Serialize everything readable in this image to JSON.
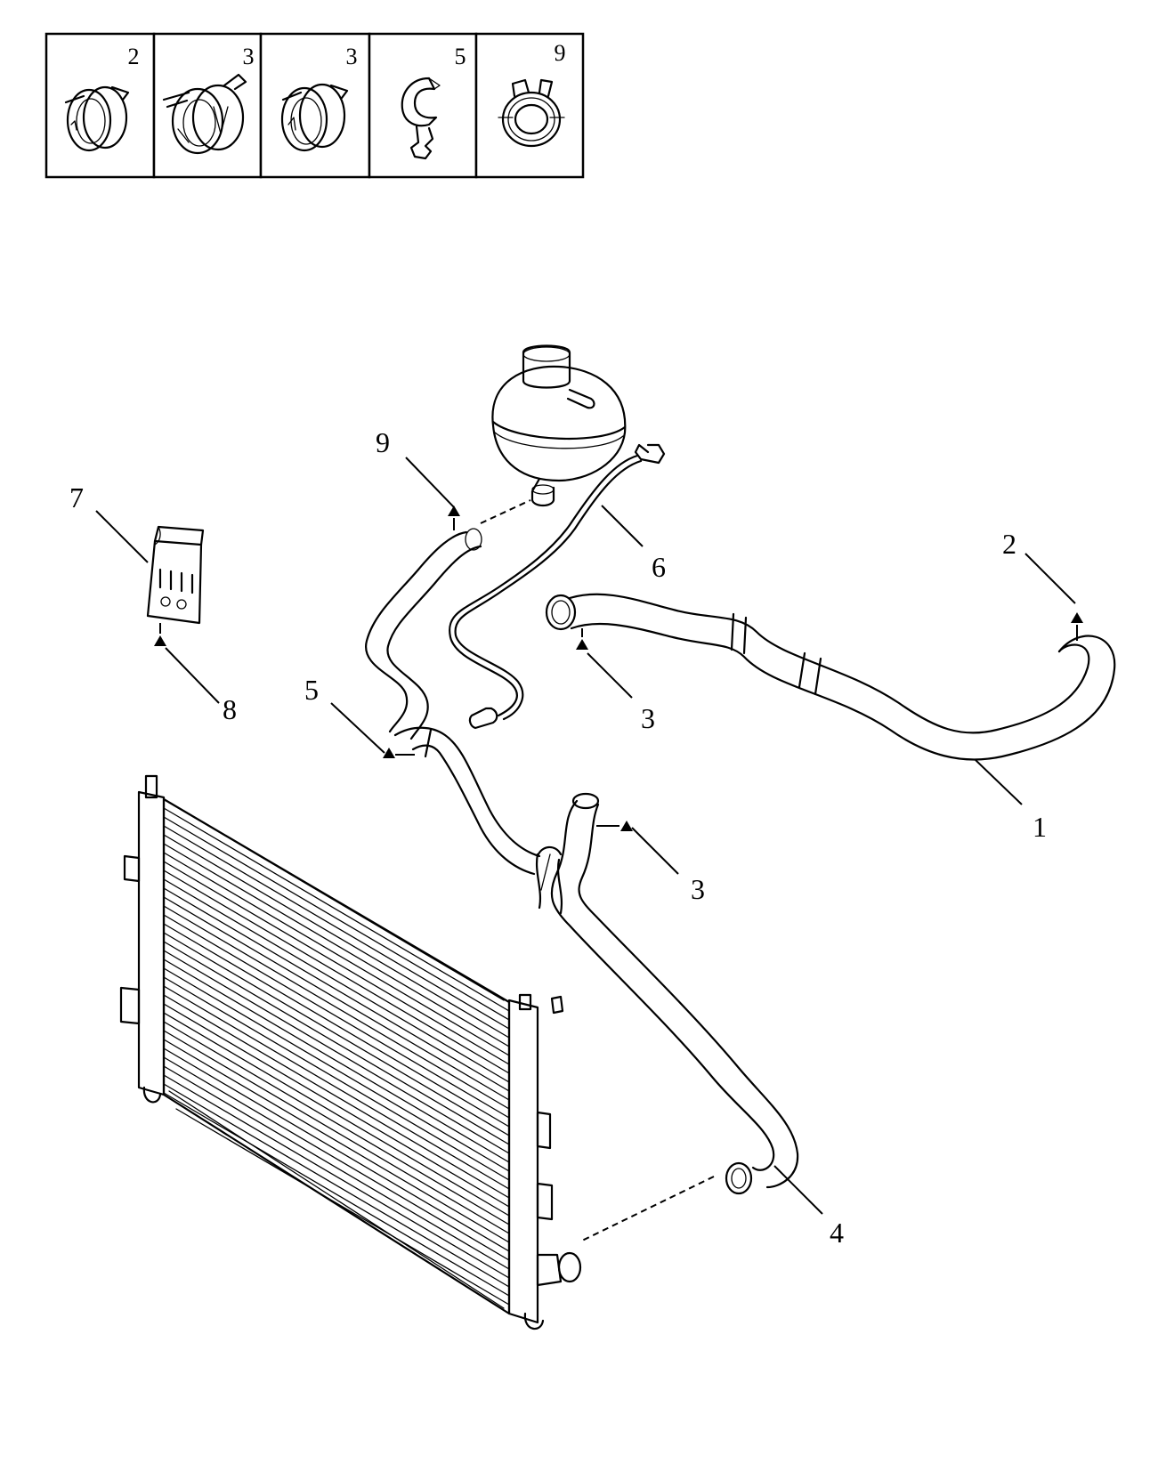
{
  "legend_boxes": [
    {
      "label": "2",
      "icon": "band-clamp-icon"
    },
    {
      "label": "3",
      "icon": "wide-band-clamp-icon"
    },
    {
      "label": "3",
      "icon": "band-clamp-icon"
    },
    {
      "label": "5",
      "icon": "hose-clip-icon"
    },
    {
      "label": "9",
      "icon": "spring-clamp-icon"
    }
  ],
  "callouts": {
    "c1": "1",
    "c2": "2",
    "c3a": "3",
    "c3b": "3",
    "c4": "4",
    "c5": "5",
    "c6": "6",
    "c7": "7",
    "c8": "8",
    "c9": "9"
  },
  "colors": {
    "line": "#000000",
    "background": "#ffffff"
  }
}
